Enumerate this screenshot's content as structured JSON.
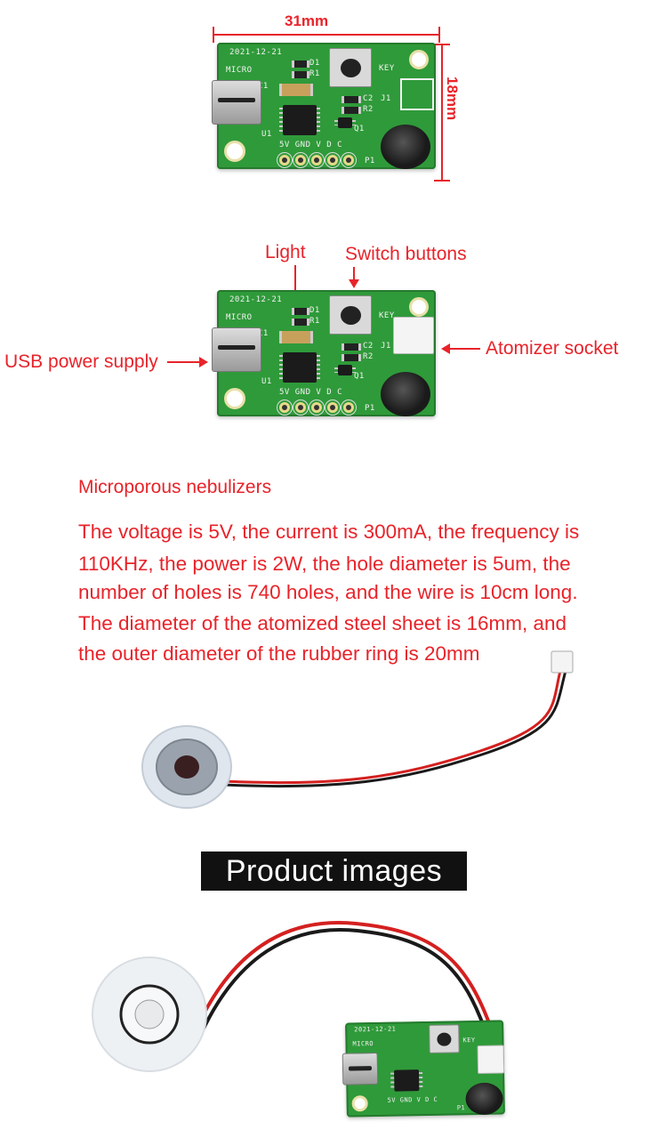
{
  "dimensions": {
    "width_label": "31mm",
    "height_label": "18mm"
  },
  "board": {
    "date": "2021-12-21",
    "micro": "MICRO",
    "key": "KEY",
    "j1": "J1",
    "d1": "D1",
    "r1": "R1",
    "c1": "C1",
    "c2": "C2",
    "r2": "R2",
    "u1": "U1",
    "q1": "Q1",
    "p1": "P1",
    "pins": "5V GND V D C"
  },
  "labels": {
    "light": "Light",
    "switch_buttons": "Switch buttons",
    "usb_power_supply": "USB power supply",
    "atomizer_socket": "Atomizer socket"
  },
  "description": {
    "title": "Microporous nebulizers",
    "line1": "The voltage is 5V, the current is 300mA, the frequency is",
    "line2": "110KHz, the power is 2W, the hole diameter is 5um, the",
    "line3": "number of holes is 740 holes, and the wire is 10cm long.",
    "line4": "The diameter of the atomized steel sheet is 16mm, and",
    "line5": "the outer diameter of the rubber ring is 20mm"
  },
  "banner": {
    "text": "Product images"
  },
  "colors": {
    "accent_red": "#e8232a",
    "pcb_green": "#2f9a3a",
    "banner_bg": "#111111"
  }
}
